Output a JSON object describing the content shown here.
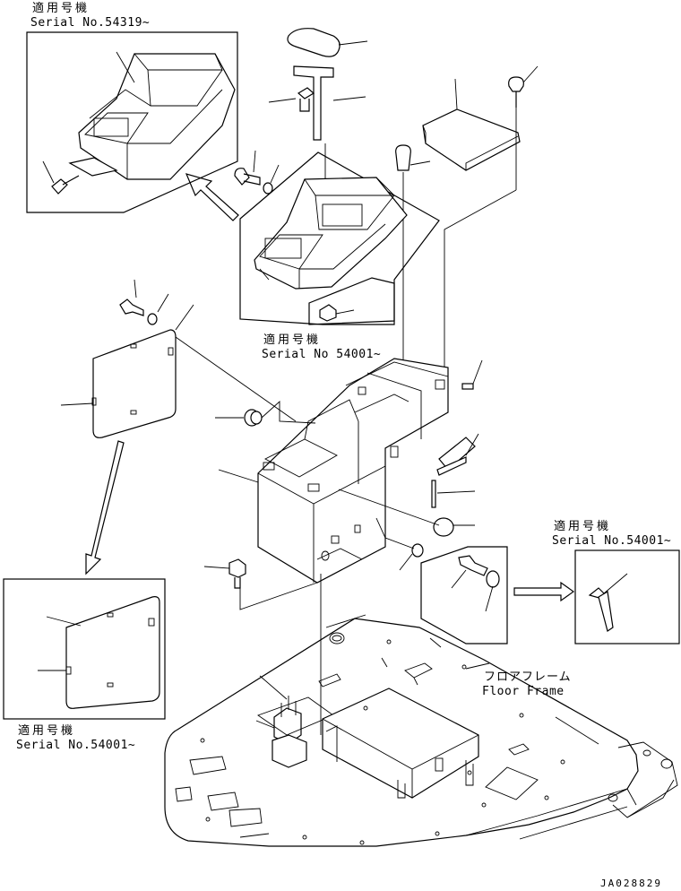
{
  "labels": {
    "inset_top_left": {
      "jp": "適用号機",
      "serial": "Serial No.54319~"
    },
    "inset_center": {
      "jp": "適用号機",
      "serial": "Serial No 54001~"
    },
    "inset_right": {
      "jp": "適用号機",
      "serial": "Serial No.54001~"
    },
    "inset_bottom_left": {
      "jp": "適用号機",
      "serial": "Serial No.54001~"
    },
    "floor_frame": {
      "jp": "フロアフレーム",
      "en": "Floor Frame"
    },
    "drawing_code": "JA028829"
  }
}
